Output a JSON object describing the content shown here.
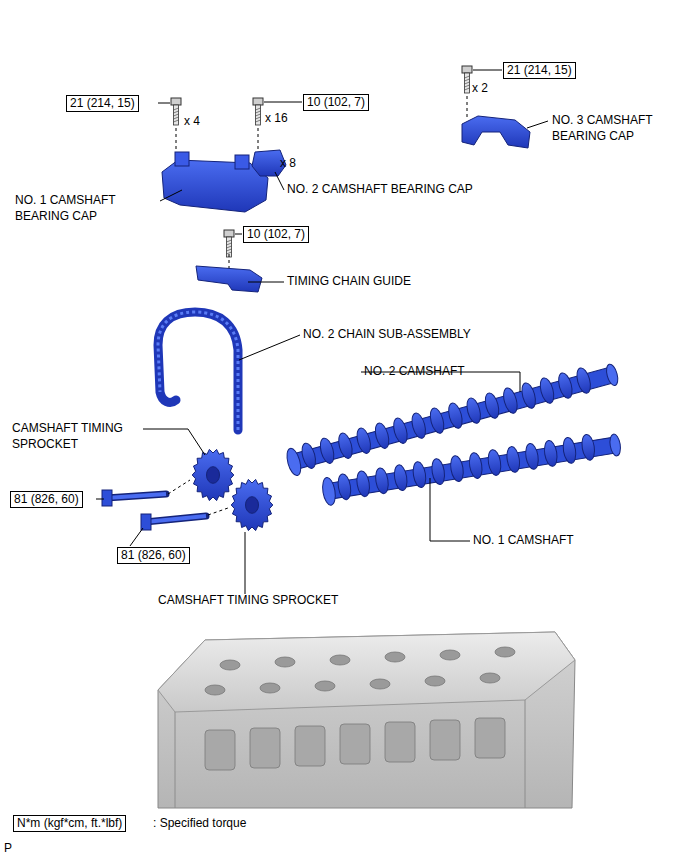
{
  "diagram": {
    "nodes": [
      {
        "text": [
          "21 (214, 15)"
        ]
      },
      {
        "text": [
          "21 (214, 15)"
        ]
      },
      {
        "text": [
          "10 (102, 7)"
        ]
      },
      {
        "text": [
          "10 (102, 7)"
        ]
      },
      {
        "text": [
          "81 (826, 60)"
        ]
      },
      {
        "text": [
          "81 (826, 60)"
        ]
      },
      {
        "text": [
          "N*m (kgf*cm, ft.*lbf)"
        ]
      }
    ],
    "labels": [
      "x 2",
      "x 4",
      "x 16",
      "NO. 3 CAMSHAFT BEARING CAP",
      "x 8",
      "NO. 2 CAMSHAFT BEARING CAP",
      "NO. 1 CAMSHAFT BEARING CAP",
      "TIMING CHAIN GUIDE",
      "NO. 2 CHAIN SUB-ASSEMBLY",
      "NO. 2 CAMSHAFT",
      "CAMSHAFT TIMING SPROCKET",
      "NO. 1 CAMSHAFT",
      "CAMSHAFT TIMING SPROCKET",
      ": Specified torque",
      "P"
    ]
  }
}
